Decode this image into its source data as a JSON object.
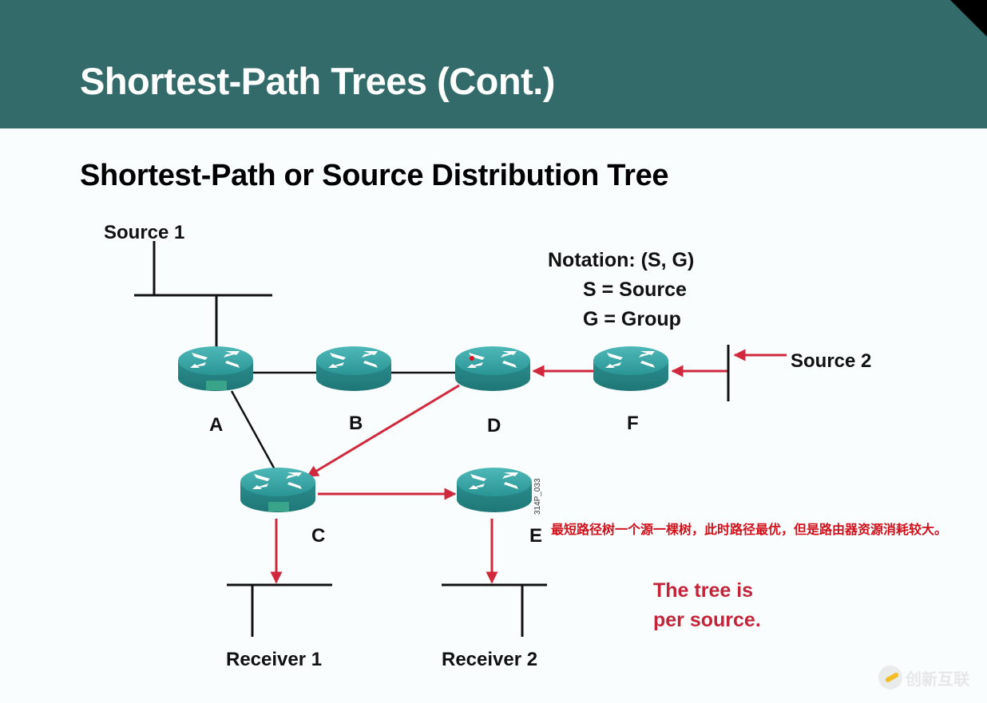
{
  "header": {
    "title": "Shortest-Path Trees (Cont.)",
    "background_color": "#336b6b"
  },
  "subtitle": "Shortest-Path or Source Distribution Tree",
  "sources": [
    {
      "id": "source-1",
      "label": "Source 1"
    },
    {
      "id": "source-2",
      "label": "Source 2"
    }
  ],
  "receivers": [
    {
      "id": "receiver-1",
      "label": "Receiver 1"
    },
    {
      "id": "receiver-2",
      "label": "Receiver 2"
    }
  ],
  "routers": [
    {
      "id": "A",
      "label": "A"
    },
    {
      "id": "B",
      "label": "B"
    },
    {
      "id": "C",
      "label": "C"
    },
    {
      "id": "D",
      "label": "D"
    },
    {
      "id": "E",
      "label": "E"
    },
    {
      "id": "F",
      "label": "F"
    }
  ],
  "links": [
    {
      "from": "source-1",
      "to": "A",
      "type": "plain"
    },
    {
      "from": "A",
      "to": "B",
      "type": "plain"
    },
    {
      "from": "B",
      "to": "D",
      "type": "plain"
    },
    {
      "from": "A",
      "to": "C",
      "type": "plain"
    },
    {
      "from": "source-2",
      "to": "F",
      "type": "multicast"
    },
    {
      "from": "F",
      "to": "D",
      "type": "multicast"
    },
    {
      "from": "D",
      "to": "C",
      "type": "multicast"
    },
    {
      "from": "C",
      "to": "E",
      "type": "multicast"
    },
    {
      "from": "C",
      "to": "receiver-1",
      "type": "multicast"
    },
    {
      "from": "E",
      "to": "receiver-2",
      "type": "multicast"
    }
  ],
  "notation": {
    "line1": "Notation:  (S, G)",
    "line2": "S = Source",
    "line3": "G = Group"
  },
  "figure_code": "314P_033",
  "chinese_note": "最短路径树一个源一棵树，此时路径最优，但是路由器资源消耗较大。",
  "red_note": {
    "line1": "The tree is",
    "line2": "per source."
  },
  "watermark": "创新互联",
  "colors": {
    "router": "#2e9a9a",
    "multicast_arrow": "#d0283c",
    "red_text": "#c4243a",
    "chinese_text": "#d0101a"
  }
}
